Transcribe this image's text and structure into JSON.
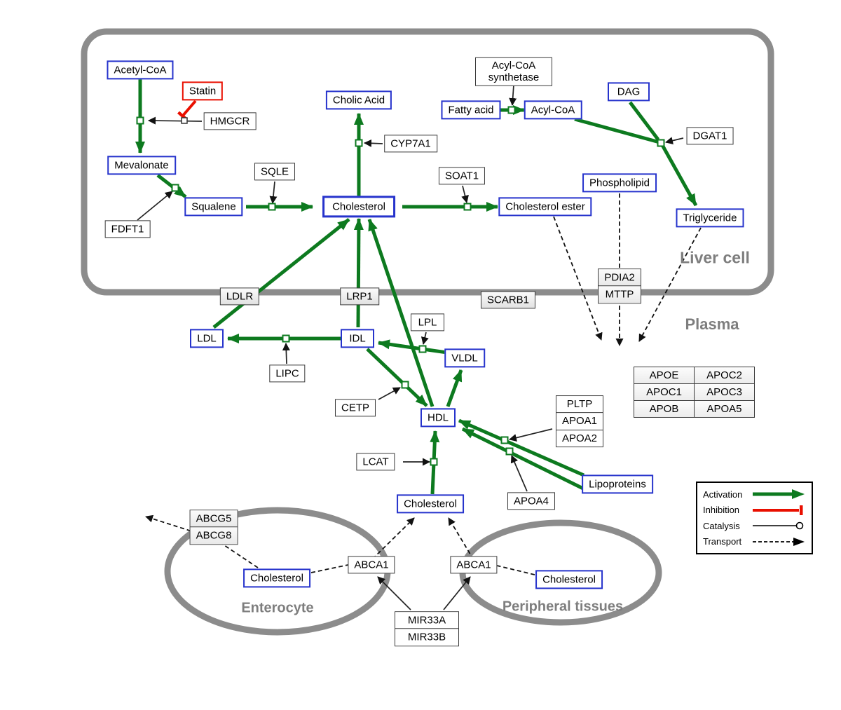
{
  "compartments": {
    "liver": "Liver cell",
    "plasma": "Plasma",
    "enterocyte": "Enterocyte",
    "peripheral": "Peripheral tissues"
  },
  "nodes": {
    "acetyl_coa": "Acetyl-CoA",
    "mevalonate": "Mevalonate",
    "squalene": "Squalene",
    "cholesterol_liver": "Cholesterol",
    "cholic_acid": "Cholic Acid",
    "fatty_acid": "Fatty acid",
    "acyl_coa": "Acyl-CoA",
    "dag": "DAG",
    "phospholipid": "Phospholipid",
    "cholesterol_ester": "Cholesterol ester",
    "triglyceride": "Triglyceride",
    "ldl": "LDL",
    "idl": "IDL",
    "vldl": "VLDL",
    "hdl": "HDL",
    "lipoproteins": "Lipoproteins",
    "cholesterol_plasma": "Cholesterol",
    "cholesterol_enterocyte": "Cholesterol",
    "cholesterol_peripheral": "Cholesterol"
  },
  "enzymes": {
    "statin": "Statin",
    "hmgcr": "HMGCR",
    "sqle": "SQLE",
    "fdft1": "FDFT1",
    "cyp7a1": "CYP7A1",
    "acyl_coa_synthetase": "Acyl-CoA synthetase",
    "dgat1": "DGAT1",
    "soat1": "SOAT1",
    "pdia2": "PDIA2",
    "mttp": "MTTP",
    "scarb1": "SCARB1",
    "ldlr": "LDLR",
    "lrp1": "LRP1",
    "lpl": "LPL",
    "lipc": "LIPC",
    "cetp": "CETP",
    "lcat": "LCAT",
    "pltp": "PLTP",
    "apoa1": "APOA1",
    "apoa2": "APOA2",
    "apoa4": "APOA4",
    "apoe": "APOE",
    "apoc1": "APOC1",
    "apoc2": "APOC2",
    "apoc3": "APOC3",
    "apob": "APOB",
    "apoa5": "APOA5",
    "abcg5": "ABCG5",
    "abcg8": "ABCG8",
    "abca1_enterocyte": "ABCA1",
    "abca1_peripheral": "ABCA1",
    "mir33a": "MIR33A",
    "mir33b": "MIR33B"
  },
  "legend": {
    "activation": "Activation",
    "inhibition": "Inhibition",
    "catalysis": "Catalysis",
    "transport": "Transport"
  },
  "colors": {
    "activation_green": "#0d7a1f",
    "inhibition_red": "#e90f00",
    "metabolite_border_blue": "#2633cc",
    "membrane_gray": "#8c8c8c"
  },
  "edges": [
    {
      "from": "acetyl_coa",
      "to": "mevalonate",
      "type": "activation",
      "via": "hmgcr"
    },
    {
      "from": "statin",
      "to": "hmgcr_reaction",
      "type": "inhibition"
    },
    {
      "from": "mevalonate",
      "to": "squalene",
      "type": "activation",
      "via": "fdft1"
    },
    {
      "from": "squalene",
      "to": "cholesterol_liver",
      "type": "activation",
      "via": "sqle"
    },
    {
      "from": "cholesterol_liver",
      "to": "cholic_acid",
      "type": "activation",
      "via": "cyp7a1"
    },
    {
      "from": "cholesterol_liver",
      "to": "cholesterol_ester",
      "type": "activation",
      "via": "soat1"
    },
    {
      "from": "fatty_acid",
      "to": "acyl_coa",
      "type": "activation",
      "via": "acyl_coa_synthetase"
    },
    {
      "from": "acyl_coa",
      "to": "triglyceride",
      "type": "activation",
      "via": "dgat1"
    },
    {
      "from": "dag",
      "to": "triglyceride",
      "type": "activation",
      "via": "dgat1"
    },
    {
      "from": "ldl",
      "to": "cholesterol_liver",
      "type": "activation",
      "via": "ldlr"
    },
    {
      "from": "idl",
      "to": "cholesterol_liver",
      "type": "activation",
      "via": "lrp1"
    },
    {
      "from": "hdl",
      "to": "cholesterol_liver",
      "type": "activation"
    },
    {
      "from": "vldl",
      "to": "idl",
      "type": "activation",
      "via": "lpl"
    },
    {
      "from": "idl",
      "to": "ldl",
      "type": "activation",
      "via": "lipc"
    },
    {
      "from": "idl",
      "to": "hdl",
      "type": "activation",
      "via": "cetp"
    },
    {
      "from": "hdl",
      "to": "vldl",
      "type": "activation"
    },
    {
      "from": "cholesterol_plasma",
      "to": "hdl",
      "type": "activation",
      "via": "lcat"
    },
    {
      "from": "lipoproteins",
      "to": "hdl",
      "type": "activation",
      "via": "pltp,apoa1,apoa2"
    },
    {
      "from": "lipoproteins",
      "to": "hdl",
      "type": "activation",
      "via": "apoa4"
    },
    {
      "from": "cholesterol_ester",
      "to": "plasma",
      "type": "transport"
    },
    {
      "from": "phospholipid",
      "to": "plasma",
      "type": "transport",
      "via": "pdia2,mttp"
    },
    {
      "from": "triglyceride",
      "to": "plasma",
      "type": "transport"
    },
    {
      "from": "cholesterol_enterocyte",
      "to": "lumen",
      "type": "transport",
      "via": "abcg5,abcg8"
    },
    {
      "from": "cholesterol_enterocyte",
      "to": "cholesterol_plasma",
      "type": "transport",
      "via": "abca1_enterocyte"
    },
    {
      "from": "cholesterol_peripheral",
      "to": "cholesterol_plasma",
      "type": "transport",
      "via": "abca1_peripheral"
    },
    {
      "from": "mir33a",
      "to": "abca1_enterocyte",
      "type": "catalysis"
    },
    {
      "from": "mir33a",
      "to": "abca1_peripheral",
      "type": "catalysis"
    }
  ]
}
